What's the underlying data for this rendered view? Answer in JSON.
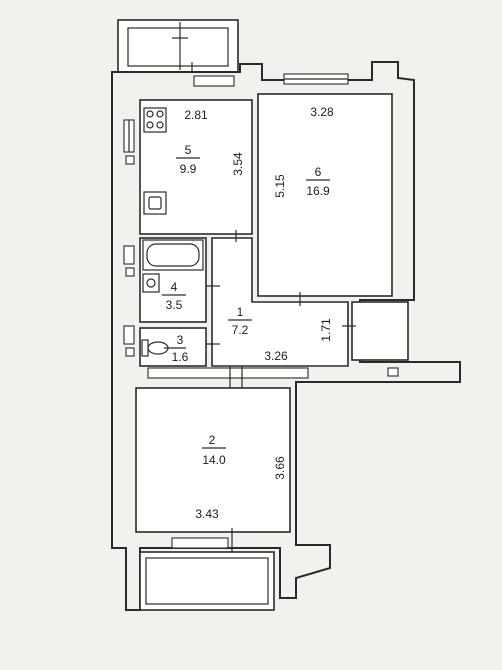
{
  "rooms": [
    {
      "number": "1",
      "area": "7.2"
    },
    {
      "number": "2",
      "area": "14.0"
    },
    {
      "number": "3",
      "area": "1.6"
    },
    {
      "number": "4",
      "area": "3.5"
    },
    {
      "number": "5",
      "area": "9.9"
    },
    {
      "number": "6",
      "area": "16.9"
    }
  ],
  "dimensions": {
    "kitchen_width": "2.81",
    "kitchen_depth": "3.54",
    "bedroom_width": "3.28",
    "bedroom_depth": "5.15",
    "corridor_width": "3.26",
    "corridor_depth": "1.71",
    "living_depth": "3.66",
    "living_width": "3.43"
  },
  "colors": {
    "line": "#2a2a2a",
    "paper": "#f3f1ee",
    "room": "#ffffff"
  }
}
